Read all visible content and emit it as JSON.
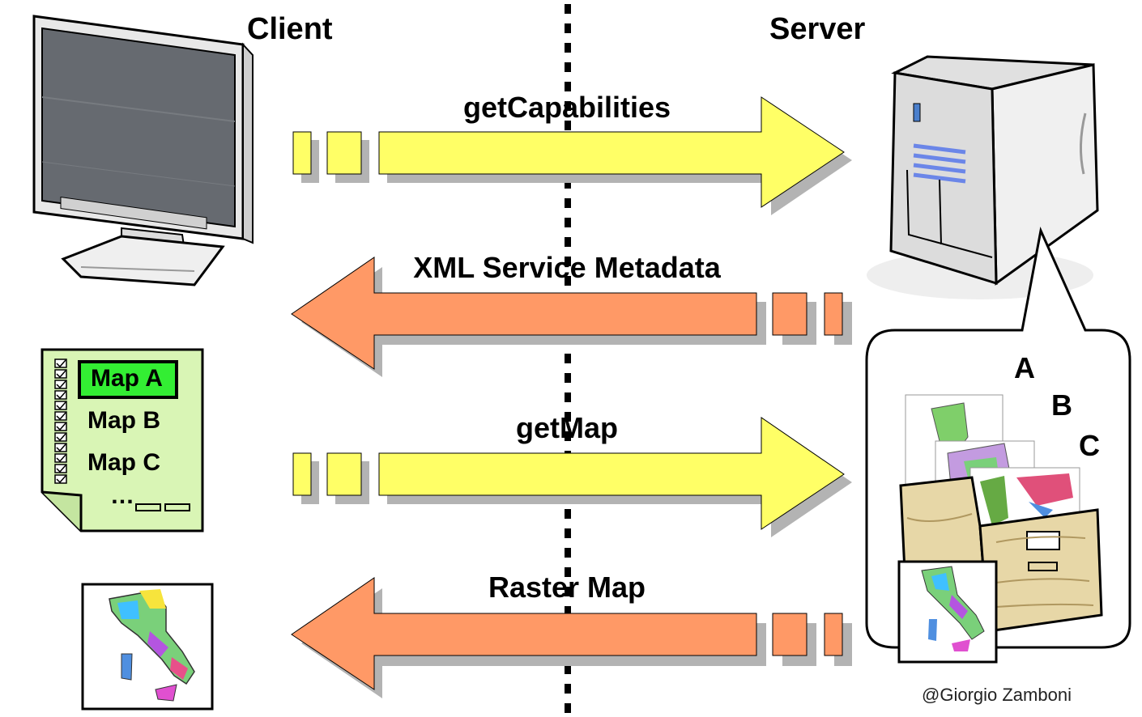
{
  "headers": {
    "client": "Client",
    "server": "Server"
  },
  "arrows": [
    {
      "label": "getCapabilities",
      "direction": "right",
      "color": "#ffff66"
    },
    {
      "label": "XML Service Metadata",
      "direction": "left",
      "color": "#ff9966"
    },
    {
      "label": "getMap",
      "direction": "right",
      "color": "#ffff66"
    },
    {
      "label": "Raster Map",
      "direction": "left",
      "color": "#ff9966"
    }
  ],
  "capabilities_list": {
    "items": [
      "Map A",
      "Map B",
      "Map C"
    ],
    "ellipsis": "…",
    "selected_color": "#33ee33",
    "paper_color": "#d9f5b5"
  },
  "catalog_letters": [
    "A",
    "B",
    "C"
  ],
  "credit": "@Giorgio Zamboni"
}
